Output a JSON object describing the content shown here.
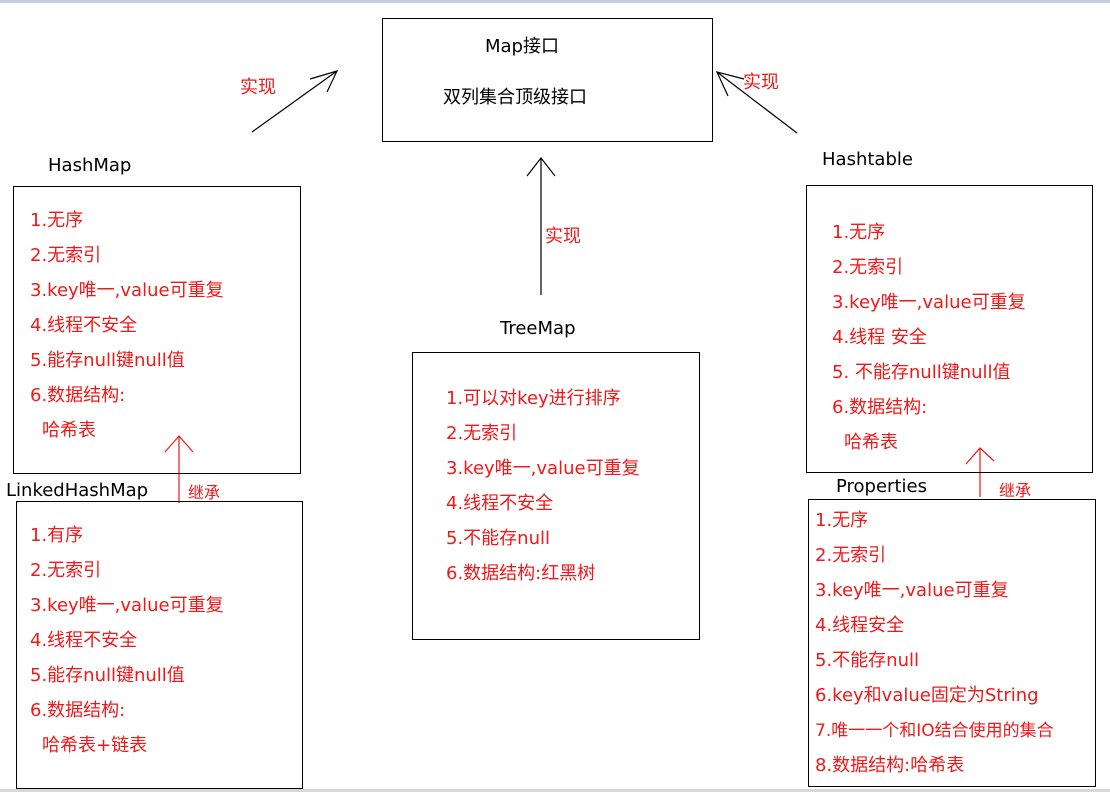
{
  "map": {
    "title": "Map接口",
    "subtitle": "双列集合顶级接口"
  },
  "relations": {
    "implement": "实现",
    "inherit": "继承"
  },
  "hashmap": {
    "name": "HashMap",
    "items": [
      "1.无序",
      "2.无索引",
      "3.key唯一,value可重复",
      "4.线程不安全",
      "5.能存null键null值",
      "6.数据结构:",
      "哈希表"
    ]
  },
  "linkedhashmap": {
    "name": "LinkedHashMap",
    "items": [
      "1.有序",
      "2.无索引",
      "3.key唯一,value可重复",
      "4.线程不安全",
      "5.能存null键null值",
      "6.数据结构:",
      "哈希表+链表"
    ]
  },
  "treemap": {
    "name": "TreeMap",
    "items": [
      "1.可以对key进行排序",
      "2.无索引",
      "3.key唯一,value可重复",
      "4.线程不安全",
      "5.不能存null",
      "6.数据结构:红黑树"
    ]
  },
  "hashtable": {
    "name": "Hashtable",
    "items": [
      "1.无序",
      "2.无索引",
      "3.key唯一,value可重复",
      "4.线程 安全",
      "5. 不能存null键null值",
      "6.数据结构:",
      "哈希表"
    ]
  },
  "properties": {
    "name": "Properties",
    "items": [
      "1.无序",
      "2.无索引",
      "3.key唯一,value可重复",
      "4.线程安全",
      "5.不能存null",
      "6.key和value固定为String",
      "7.唯一一个和IO结合使用的集合",
      "8.数据结构:哈希表"
    ]
  },
  "colors": {
    "text": "#000000",
    "note": "#f01818",
    "border": "#000000"
  }
}
